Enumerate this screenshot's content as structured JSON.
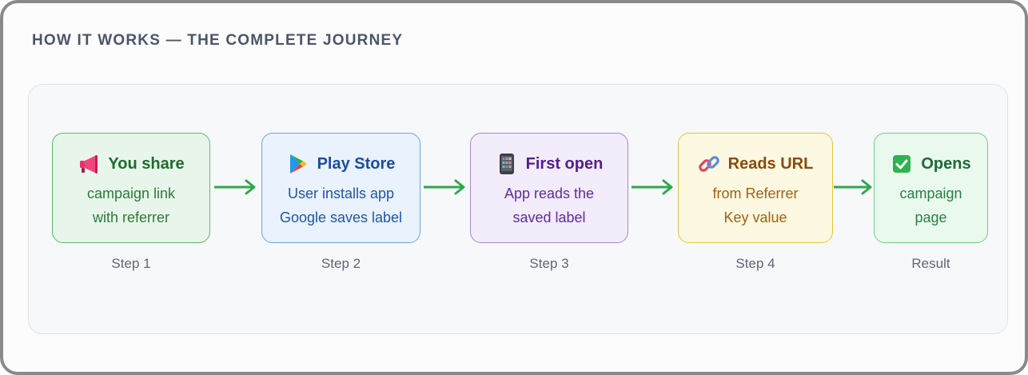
{
  "heading": "HOW IT WORKS — THE COMPLETE JOURNEY",
  "steps": [
    {
      "icon": "megaphone-icon",
      "title": "You share",
      "lines": [
        "campaign link",
        "with referrer"
      ],
      "caption": "Step 1"
    },
    {
      "icon": "play-store-icon",
      "title": "Play Store",
      "lines": [
        "User installs app",
        "Google saves label"
      ],
      "caption": "Step 2"
    },
    {
      "icon": "phone-icon",
      "title": "First open",
      "lines": [
        "App reads the",
        "saved label"
      ],
      "caption": "Step 3"
    },
    {
      "icon": "link-icon",
      "title": "Reads URL",
      "lines": [
        "from Referrer",
        "Key value"
      ],
      "caption": "Step 4"
    },
    {
      "icon": "checkmark-icon",
      "title": "Opens",
      "lines": [
        "campaign",
        "page"
      ],
      "caption": "Result"
    }
  ],
  "colors": {
    "arrow": "#2fa84a",
    "step1_border": "#5cb96b",
    "step2_border": "#6aa7e6",
    "step3_border": "#a986d6",
    "step4_border": "#e3c53c",
    "result_border": "#6cd08a"
  }
}
